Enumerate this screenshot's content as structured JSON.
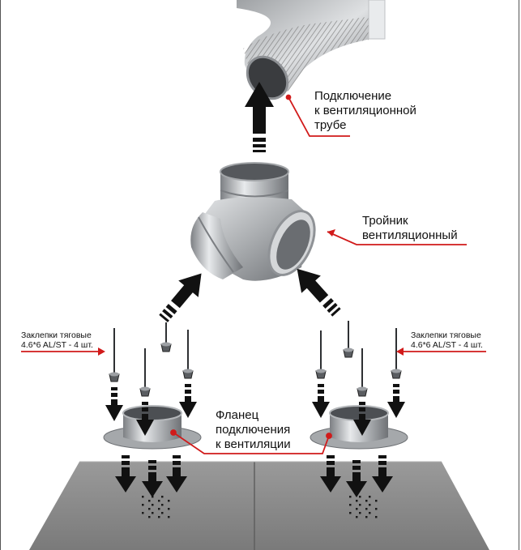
{
  "labels": {
    "vent_pipe": [
      "Подключение",
      "к вентиляционной",
      "трубе"
    ],
    "tee": [
      "Тройник",
      "вентиляционный"
    ],
    "flange": [
      "Фланец",
      "подключения",
      "к вентиляции"
    ],
    "rivets_left": [
      "Заклепки тяговые",
      "4.6*6 AL/ST - 4 шт."
    ],
    "rivets_right": [
      "Заклепки тяговые",
      "4.6*6 AL/ST - 4 шт."
    ]
  },
  "colors": {
    "leader_line": "#d11a1a",
    "arrow": "#111111",
    "panel": "#8a8a8a",
    "metal": "#b9bcbf"
  }
}
